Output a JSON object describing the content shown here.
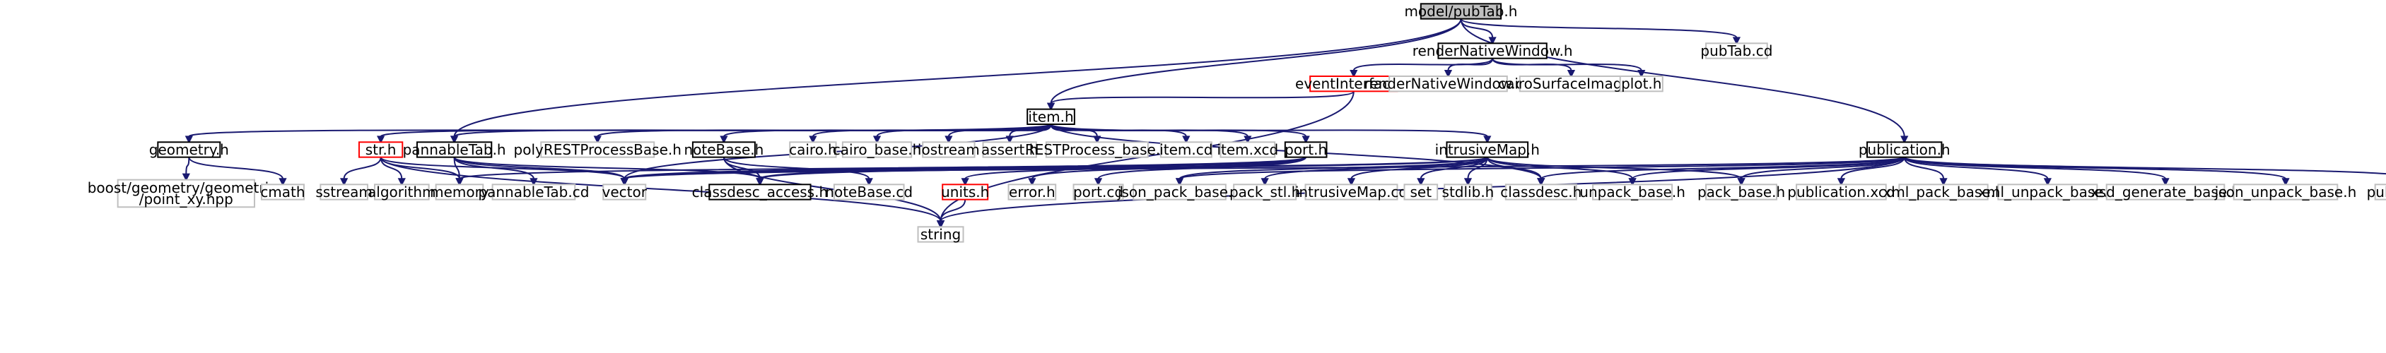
{
  "colors": {
    "edge": "#191970",
    "root_fill": "#bfbfbf",
    "node_fill": "#ffffff",
    "documented_border": "#000000",
    "undocumented_border": "#bfbfbf",
    "incomplete_border": "#ff0000"
  },
  "nodes": [
    {
      "id": "pubtab_h",
      "label": "model/pubTab.h",
      "style": "root"
    },
    {
      "id": "rendernativewindow_h",
      "label": "renderNativeWindow.h",
      "style": "documented"
    },
    {
      "id": "pubtab_cd",
      "label": "pubTab.cd",
      "style": "undocumented"
    },
    {
      "id": "eventinterface_h",
      "label": "eventInterface.h",
      "style": "incomplete"
    },
    {
      "id": "rendernativewindow_cd",
      "label": "renderNativeWindow.cd",
      "style": "undocumented"
    },
    {
      "id": "cairosurfaceimage_h",
      "label": "cairoSurfaceImage.h",
      "style": "undocumented"
    },
    {
      "id": "plot_h",
      "label": "plot.h",
      "style": "undocumented"
    },
    {
      "id": "item_h",
      "label": "item.h",
      "style": "documented"
    },
    {
      "id": "geometry_h",
      "label": "geometry.h",
      "style": "documented"
    },
    {
      "id": "str_h",
      "label": "str.h",
      "style": "incomplete"
    },
    {
      "id": "pannabletab_h",
      "label": "pannableTab.h",
      "style": "documented"
    },
    {
      "id": "polyrestprocessbase_h",
      "label": "polyRESTProcessBase.h",
      "style": "undocumented"
    },
    {
      "id": "notebase_h",
      "label": "noteBase.h",
      "style": "documented"
    },
    {
      "id": "cairo_h",
      "label": "cairo.h",
      "style": "undocumented"
    },
    {
      "id": "cairo_base_h",
      "label": "cairo_base.h",
      "style": "undocumented"
    },
    {
      "id": "iostream",
      "label": "iostream",
      "style": "undocumented"
    },
    {
      "id": "assert_h",
      "label": "assert.h",
      "style": "undocumented"
    },
    {
      "id": "restprocess_base_h",
      "label": "RESTProcess_base.h",
      "style": "undocumented"
    },
    {
      "id": "item_cd",
      "label": "item.cd",
      "style": "undocumented"
    },
    {
      "id": "item_xcd",
      "label": "item.xcd",
      "style": "undocumented"
    },
    {
      "id": "port_h",
      "label": "port.h",
      "style": "documented"
    },
    {
      "id": "intrusivemap_h",
      "label": "intrusiveMap.h",
      "style": "documented"
    },
    {
      "id": "publication_h",
      "label": "publication.h",
      "style": "documented"
    },
    {
      "id": "boost_point_xy",
      "label": "boost/geometry/geometries\n/point_xy.hpp",
      "style": "undocumented"
    },
    {
      "id": "cmath",
      "label": "cmath",
      "style": "undocumented"
    },
    {
      "id": "sstream",
      "label": "sstream",
      "style": "undocumented"
    },
    {
      "id": "algorithm",
      "label": "algorithm",
      "style": "undocumented"
    },
    {
      "id": "memory",
      "label": "memory",
      "style": "undocumented"
    },
    {
      "id": "pannabletab_cd",
      "label": "pannableTab.cd",
      "style": "undocumented"
    },
    {
      "id": "vector",
      "label": "vector",
      "style": "undocumented"
    },
    {
      "id": "classdesc_access_h",
      "label": "classdesc_access.h",
      "style": "documented"
    },
    {
      "id": "notebase_cd",
      "label": "noteBase.cd",
      "style": "undocumented"
    },
    {
      "id": "units_h",
      "label": "units.h",
      "style": "incomplete"
    },
    {
      "id": "error_h",
      "label": "error.h",
      "style": "undocumented"
    },
    {
      "id": "port_cd",
      "label": "port.cd",
      "style": "undocumented"
    },
    {
      "id": "json_pack_base_h",
      "label": "json_pack_base.h",
      "style": "undocumented"
    },
    {
      "id": "pack_stl_h",
      "label": "pack_stl.h",
      "style": "undocumented"
    },
    {
      "id": "intrusivemap_cd",
      "label": "intrusiveMap.cd",
      "style": "undocumented"
    },
    {
      "id": "set",
      "label": "set",
      "style": "undocumented"
    },
    {
      "id": "stdlib_h",
      "label": "stdlib.h",
      "style": "undocumented"
    },
    {
      "id": "classdesc_h",
      "label": "classdesc.h",
      "style": "undocumented"
    },
    {
      "id": "unpack_base_h",
      "label": "unpack_base.h",
      "style": "undocumented"
    },
    {
      "id": "pack_base_h",
      "label": "pack_base.h",
      "style": "undocumented"
    },
    {
      "id": "publication_xcd",
      "label": "publication.xcd",
      "style": "undocumented"
    },
    {
      "id": "xml_pack_base_h",
      "label": "xml_pack_base.h",
      "style": "undocumented"
    },
    {
      "id": "xml_unpack_base_h",
      "label": "xml_unpack_base.h",
      "style": "undocumented"
    },
    {
      "id": "xsd_generate_base_h",
      "label": "xsd_generate_base.h",
      "style": "undocumented"
    },
    {
      "id": "json_unpack_base_h",
      "label": "json_unpack_base.h",
      "style": "undocumented"
    },
    {
      "id": "publication_cd",
      "label": "publication.cd",
      "style": "undocumented"
    },
    {
      "id": "string",
      "label": "string",
      "style": "undocumented"
    }
  ],
  "edges": [
    [
      "pubtab_h",
      "rendernativewindow_h"
    ],
    [
      "pubtab_h",
      "pubtab_cd"
    ],
    [
      "pubtab_h",
      "item_h"
    ],
    [
      "pubtab_h",
      "pannabletab_h"
    ],
    [
      "pubtab_h",
      "publication_h"
    ],
    [
      "rendernativewindow_h",
      "eventinterface_h"
    ],
    [
      "rendernativewindow_h",
      "rendernativewindow_cd"
    ],
    [
      "rendernativewindow_h",
      "cairosurfaceimage_h"
    ],
    [
      "rendernativewindow_h",
      "plot_h"
    ],
    [
      "eventinterface_h",
      "item_h"
    ],
    [
      "eventinterface_h",
      "string"
    ],
    [
      "item_h",
      "geometry_h"
    ],
    [
      "item_h",
      "str_h"
    ],
    [
      "item_h",
      "pannabletab_h"
    ],
    [
      "item_h",
      "polyrestprocessbase_h"
    ],
    [
      "item_h",
      "notebase_h"
    ],
    [
      "item_h",
      "cairo_h"
    ],
    [
      "item_h",
      "cairo_base_h"
    ],
    [
      "item_h",
      "iostream"
    ],
    [
      "item_h",
      "assert_h"
    ],
    [
      "item_h",
      "restprocess_base_h"
    ],
    [
      "item_h",
      "item_cd"
    ],
    [
      "item_h",
      "item_xcd"
    ],
    [
      "item_h",
      "port_h"
    ],
    [
      "item_h",
      "intrusivemap_h"
    ],
    [
      "item_h",
      "vector"
    ],
    [
      "item_h",
      "classdesc_h"
    ],
    [
      "geometry_h",
      "boost_point_xy"
    ],
    [
      "geometry_h",
      "cmath"
    ],
    [
      "str_h",
      "sstream"
    ],
    [
      "str_h",
      "algorithm"
    ],
    [
      "str_h",
      "memory"
    ],
    [
      "str_h",
      "vector"
    ],
    [
      "str_h",
      "string"
    ],
    [
      "pannabletab_h",
      "pannabletab_cd"
    ],
    [
      "pannabletab_h",
      "classdesc_access_h"
    ],
    [
      "pannabletab_h",
      "vector"
    ],
    [
      "pannabletab_h",
      "memory"
    ],
    [
      "notebase_h",
      "classdesc_access_h"
    ],
    [
      "notebase_h",
      "notebase_cd"
    ],
    [
      "notebase_h",
      "string"
    ],
    [
      "port_h",
      "classdesc_access_h"
    ],
    [
      "port_h",
      "memory"
    ],
    [
      "port_h",
      "vector"
    ],
    [
      "port_h",
      "units_h"
    ],
    [
      "port_h",
      "error_h"
    ],
    [
      "port_h",
      "port_cd"
    ],
    [
      "intrusivemap_h",
      "classdesc_access_h"
    ],
    [
      "intrusivemap_h",
      "json_pack_base_h"
    ],
    [
      "intrusivemap_h",
      "pack_stl_h"
    ],
    [
      "intrusivemap_h",
      "intrusivemap_cd"
    ],
    [
      "intrusivemap_h",
      "set"
    ],
    [
      "intrusivemap_h",
      "stdlib_h"
    ],
    [
      "intrusivemap_h",
      "classdesc_h"
    ],
    [
      "intrusivemap_h",
      "unpack_base_h"
    ],
    [
      "intrusivemap_h",
      "pack_base_h"
    ],
    [
      "intrusivemap_h",
      "vector"
    ],
    [
      "units_h",
      "string"
    ],
    [
      "publication_h",
      "vector"
    ],
    [
      "publication_h",
      "json_pack_base_h"
    ],
    [
      "publication_h",
      "classdesc_h"
    ],
    [
      "publication_h",
      "unpack_base_h"
    ],
    [
      "publication_h",
      "pack_base_h"
    ],
    [
      "publication_h",
      "publication_xcd"
    ],
    [
      "publication_h",
      "xml_pack_base_h"
    ],
    [
      "publication_h",
      "xml_unpack_base_h"
    ],
    [
      "publication_h",
      "xsd_generate_base_h"
    ],
    [
      "publication_h",
      "json_unpack_base_h"
    ],
    [
      "publication_h",
      "publication_cd"
    ],
    [
      "publication_h",
      "string"
    ]
  ]
}
